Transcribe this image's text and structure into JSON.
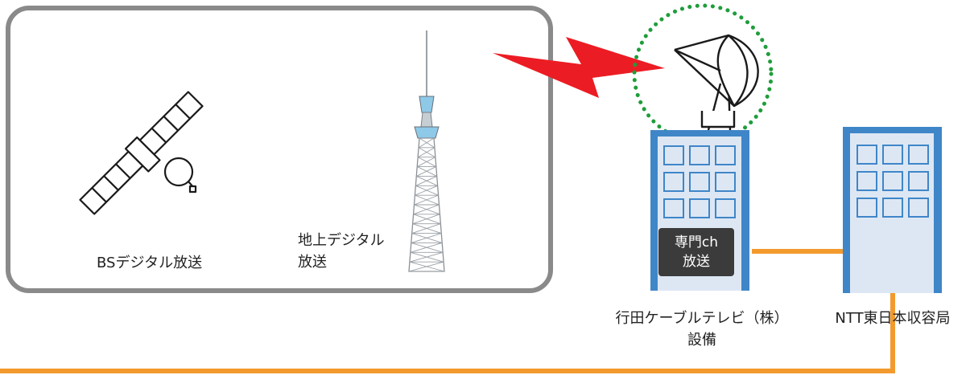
{
  "broadcast_group": {
    "bs_label": "BSデジタル放送",
    "terrestrial_label_line1": "地上デジタル",
    "terrestrial_label_line2": "放送"
  },
  "cable_station": {
    "badge_line1": "専門ch",
    "badge_line2": "放送",
    "name_line1": "行田ケーブルテレビ（株）",
    "name_line2": "設備"
  },
  "ntt_office": {
    "name": "NTT東日本収容局"
  },
  "colors": {
    "frame_gray": "#8a8a8a",
    "building_blue": "#3f86c8",
    "building_fill": "#dde7f4",
    "cable_orange": "#f39a2e",
    "signal_red": "#ec1c24",
    "dish_ring_green": "#1f9d3a",
    "tower_blue": "#8ec9e8"
  }
}
